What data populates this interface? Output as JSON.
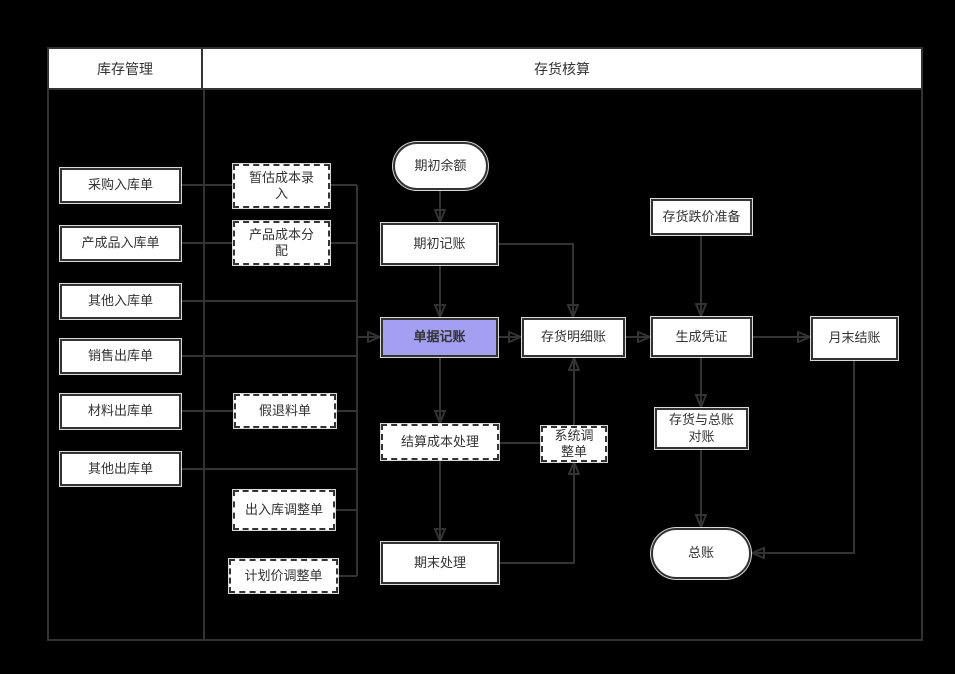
{
  "lanes": {
    "left": "库存管理",
    "right": "存货核算"
  },
  "nodes": {
    "purchase_in": {
      "label": "采购入库单"
    },
    "finished_in": {
      "label": "产成品入库单"
    },
    "other_in": {
      "label": "其他入库单"
    },
    "sales_out": {
      "label": "销售出库单"
    },
    "material_out": {
      "label": "材料出库单"
    },
    "other_out": {
      "label": "其他出库单"
    },
    "est_cost": {
      "label": "暂估成本录\n入"
    },
    "cost_alloc": {
      "label": "产品成本分\n配"
    },
    "fake_return": {
      "label": "假退料单"
    },
    "inout_adjust": {
      "label": "出入库调整单"
    },
    "plan_price_adjust": {
      "label": "计划价调整单"
    },
    "opening_balance": {
      "label": "期初余额"
    },
    "opening_entry": {
      "label": "期初记账"
    },
    "doc_entry": {
      "label": "单据记账"
    },
    "detail_ledger": {
      "label": "存货明细账"
    },
    "gen_voucher": {
      "label": "生成凭证"
    },
    "month_end": {
      "label": "月末结账"
    },
    "price_reserve": {
      "label": "存货跌价准备"
    },
    "settle_cost": {
      "label": "结算成本处理"
    },
    "sys_adjust": {
      "label": "系统调\n整单"
    },
    "period_end": {
      "label": "期末处理"
    },
    "reconcile": {
      "label": "存货与总账\n对账"
    },
    "general_ledger": {
      "label": "总账"
    }
  },
  "colors": {
    "background": "#000000",
    "node_fill": "#ffffff",
    "stroke": "#333333",
    "highlight_fill": "#a3a0f2",
    "text": "#333333"
  }
}
